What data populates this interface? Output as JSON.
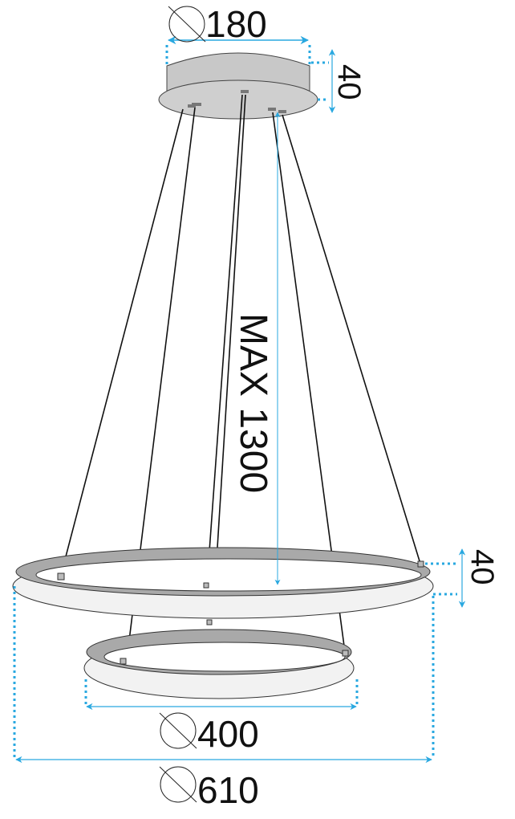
{
  "diagram": {
    "canopy": {
      "diameter_label": "180",
      "height_label": "40"
    },
    "cable": {
      "max_length_label": "MAX 1300"
    },
    "large_ring": {
      "diameter_label": "610",
      "height_label": "40"
    },
    "small_ring": {
      "diameter_label": "400"
    },
    "colors": {
      "dimension": "#29a8e0",
      "ring_face": "#a9a9a9",
      "ring_outer": "#f2f2f2",
      "canopy": "#c8c8c8",
      "line": "#111111"
    }
  }
}
